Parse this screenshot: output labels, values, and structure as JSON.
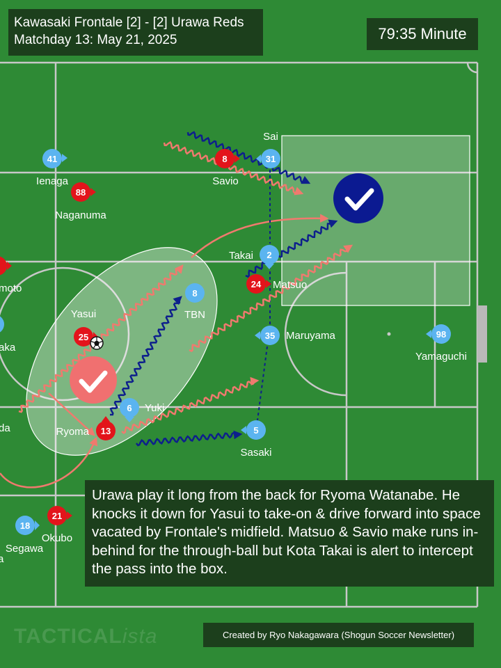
{
  "header": {
    "match_title": "Kawasaki Frontale [2] - [2] Urawa Reds",
    "match_subtitle": "Matchday 13: May 21, 2025",
    "clock": "79:35 Minute"
  },
  "caption": "Urawa play it long from the back for Ryoma Watanabe. He knocks it down for Yasui to take-on & drive forward into space vacated by Frontale's midfield. Matsuo & Savio make runs in-behind for the through-ball but Kota Takai is alert to intercept the pass into the box.",
  "credit": "Created by Ryo Nakagawara (Shogun Soccer Newsletter)",
  "watermark": {
    "main": "TACTICAL",
    "suffix": "ista"
  },
  "colors": {
    "pitch": "#2e8a35",
    "lines": "#c8c8c8",
    "urawa": "#e3141b",
    "frontale": "#5bb4f0",
    "urawa_run": "#f07a6e",
    "frontale_run": "#0d1f8c",
    "marker_blue": "#0b1a91",
    "marker_red": "#f07070"
  },
  "players": {
    "frontale": [
      {
        "number": "41",
        "name": "Ienaga"
      },
      {
        "number": "31",
        "name": "Sai"
      },
      {
        "number": "2",
        "name": "Takai"
      },
      {
        "number": "8",
        "name": "TBN"
      },
      {
        "number": "35",
        "name": "Maruyama"
      },
      {
        "number": "98",
        "name": "Yamaguchi"
      },
      {
        "number": "6",
        "name": "Yuki"
      },
      {
        "number": "5",
        "name": "Sasaki"
      },
      {
        "number": "18",
        "name": "Segawa"
      }
    ],
    "urawa": [
      {
        "number": "88",
        "name": "Naganuma"
      },
      {
        "number": "8",
        "name": "Savio"
      },
      {
        "number": "24",
        "name": "Matsuo"
      },
      {
        "number": "25",
        "name": "Yasui"
      },
      {
        "number": "13",
        "name": "Ryoma"
      },
      {
        "number": "21",
        "name": "Okubo"
      }
    ],
    "cut_off_labels": [
      "moto",
      "aka",
      "da",
      "a"
    ]
  },
  "icons": {
    "ball": "soccer-ball-icon",
    "success_blue": "checkmark-icon",
    "success_red": "checkmark-icon"
  }
}
